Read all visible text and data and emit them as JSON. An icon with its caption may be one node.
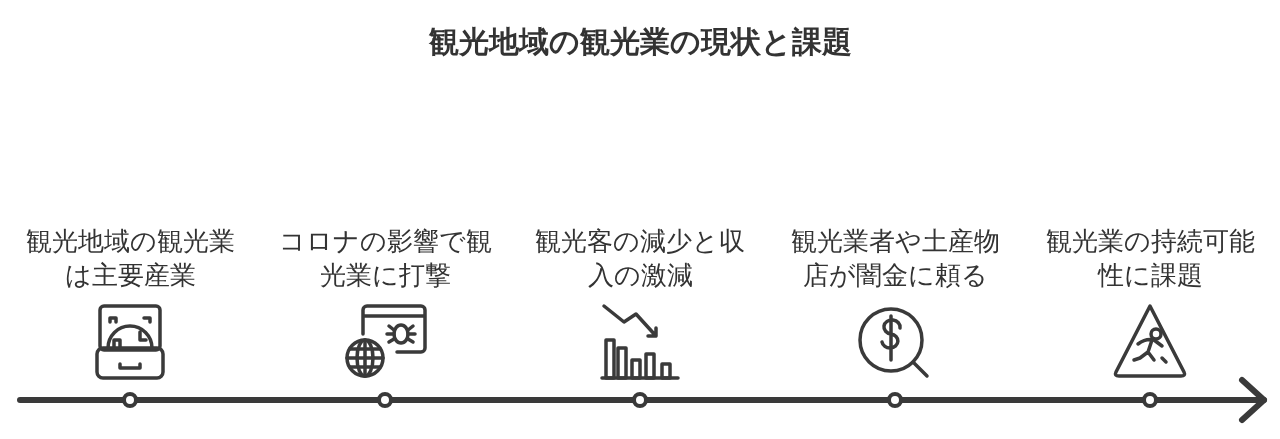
{
  "diagram": {
    "title": "観光地域の観光業の現状と課題",
    "labels": [
      "観光地域の観光業は主要産業",
      "コロナの影響で観光業に打撃",
      "観光客の減少と収入の激減",
      "観光業者や土産物店が闇金に頼る",
      "観光業の持続可能性に課題"
    ]
  }
}
